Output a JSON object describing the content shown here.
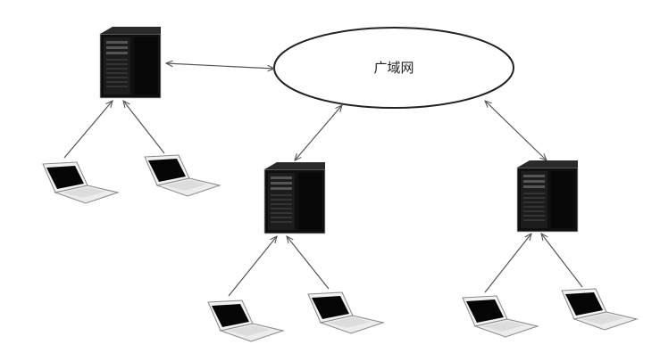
{
  "wan": {
    "label": "广域网"
  },
  "nodes": {
    "servers": [
      "server-1",
      "server-2",
      "server-3"
    ],
    "laptops": [
      "laptop-1a",
      "laptop-1b",
      "laptop-2a",
      "laptop-2b",
      "laptop-3a",
      "laptop-3b"
    ]
  },
  "colors": {
    "line": "#555555",
    "server_dark": "#151515",
    "laptop_body": "#e9e9e9",
    "screen": "#0a0a0a"
  }
}
